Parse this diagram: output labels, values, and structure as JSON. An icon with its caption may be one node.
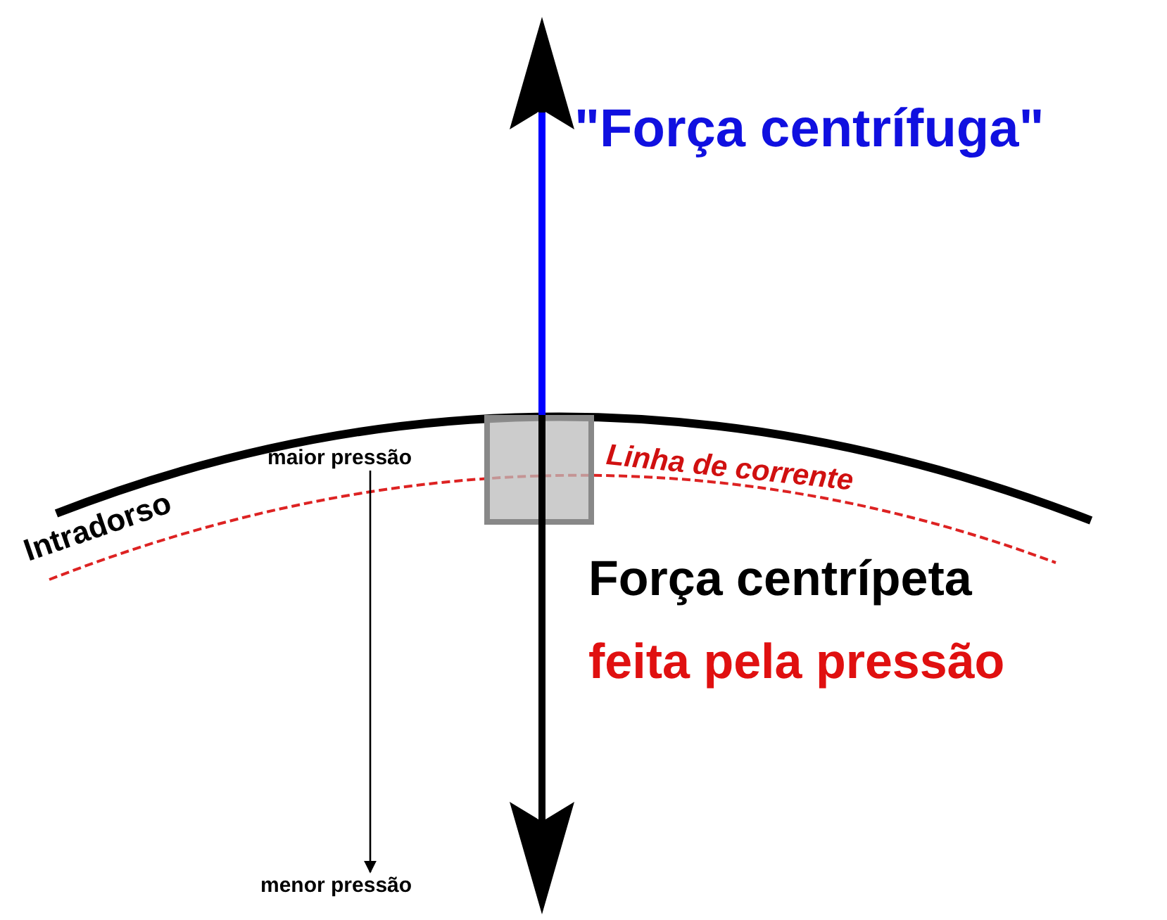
{
  "diagram": {
    "nodes": [
      {
        "text": [
          "maior pressão"
        ]
      },
      {
        "text": [
          "menor pressão"
        ]
      }
    ],
    "edges": [
      {
        "from": 0,
        "to": 1,
        "arrow": "to"
      }
    ],
    "labels": [
      "\"Força centrífuga\"",
      "Intradorso",
      "Linha de corrente",
      "Força centrípeta",
      "feita pela pressão"
    ]
  }
}
